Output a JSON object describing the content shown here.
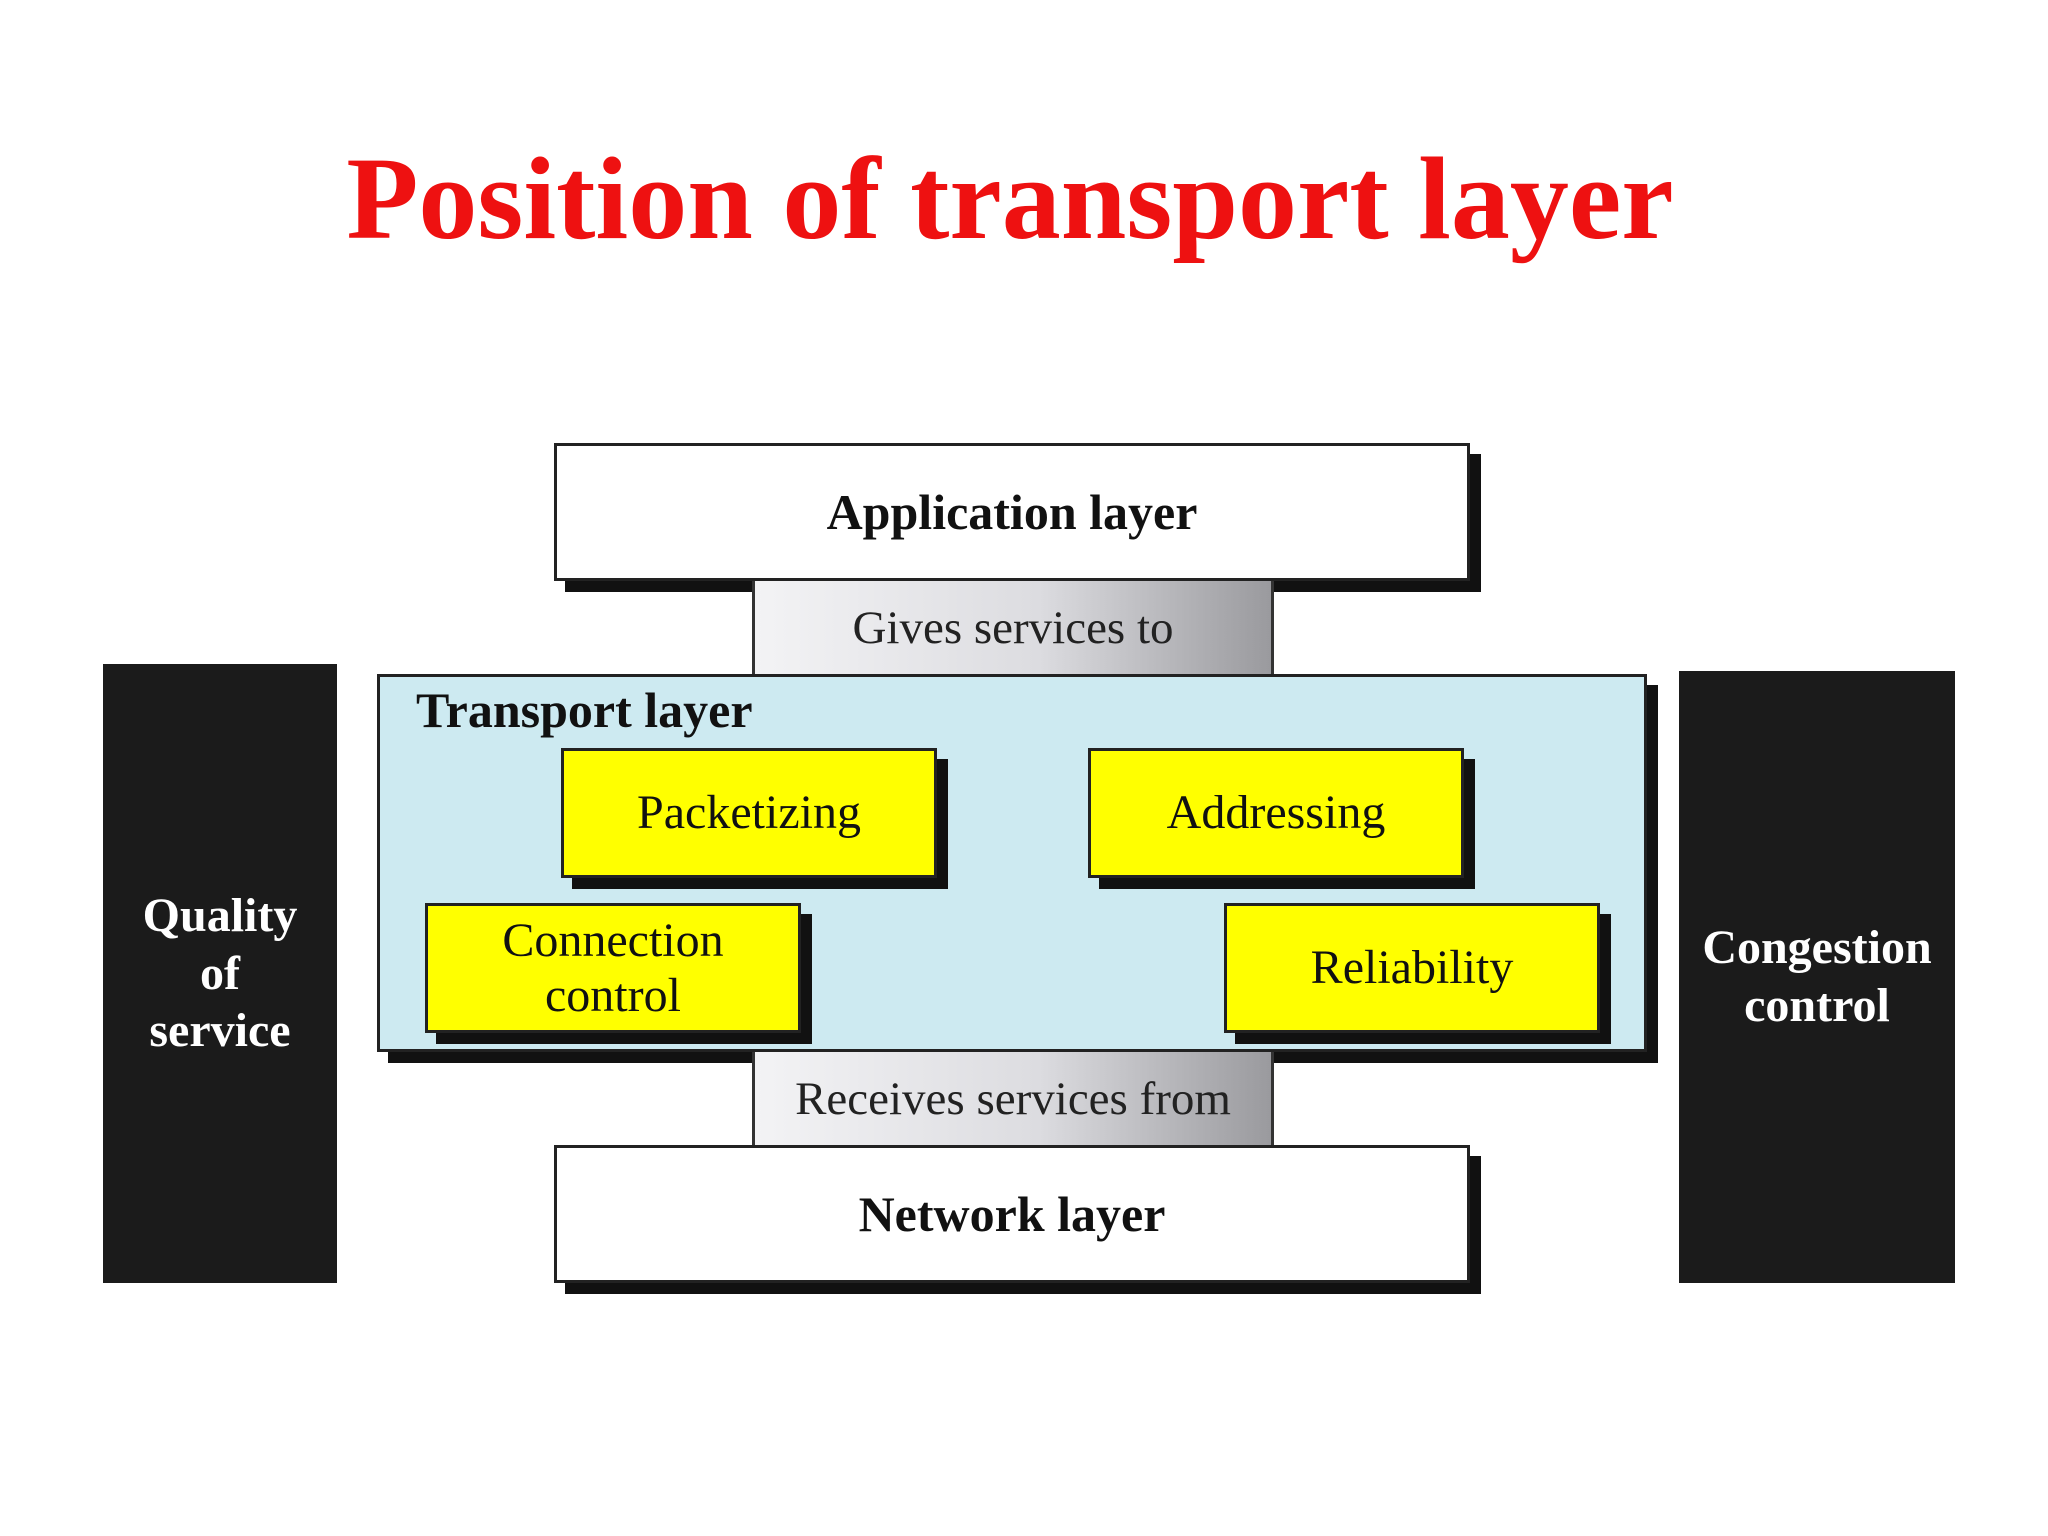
{
  "title": "Position of transport layer",
  "application_layer": {
    "label": "Application layer"
  },
  "upper_connector": {
    "label": "Gives services to"
  },
  "transport_layer": {
    "label": "Transport layer",
    "functions": {
      "packetizing": "Packetizing",
      "addressing": "Addressing",
      "connection_control": "Connection\ncontrol",
      "reliability": "Reliability"
    }
  },
  "lower_connector": {
    "label": "Receives services from"
  },
  "network_layer": {
    "label": "Network layer"
  },
  "side_panels": {
    "left": "Quality\nof\nservice",
    "right": "Congestion\ncontrol"
  },
  "colors": {
    "title": "#ee1111",
    "transport_fill": "#cdeaf1",
    "function_fill": "#ffff00",
    "side_panel_fill": "#1b1b1b"
  }
}
